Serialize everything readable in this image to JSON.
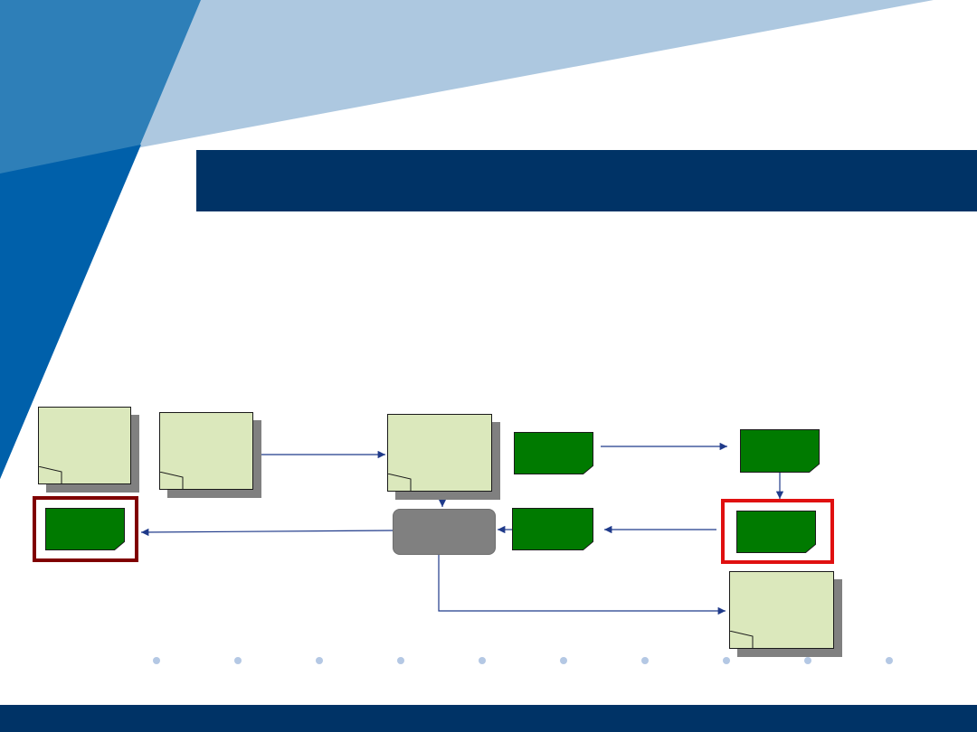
{
  "slide": {
    "title": "",
    "colors": {
      "navy": "#003366",
      "blue_mid": "#2e7fb8",
      "blue_light": "#adc8e0",
      "doc_fill": "#dbe8bc",
      "box_green": "#007a00",
      "hub_gray": "#808080",
      "frame_dark_red": "#800000",
      "frame_red": "#e01010",
      "arrow": "#1f3a8a",
      "dot": "#b4c8e4"
    }
  },
  "diagram": {
    "nodes": [
      {
        "id": "doc-1",
        "shape": "document",
        "label": ""
      },
      {
        "id": "doc-2",
        "shape": "document",
        "label": ""
      },
      {
        "id": "doc-3",
        "shape": "document",
        "label": ""
      },
      {
        "id": "doc-4",
        "shape": "document",
        "label": ""
      },
      {
        "id": "box-a",
        "shape": "box",
        "label": ""
      },
      {
        "id": "box-b",
        "shape": "box",
        "label": ""
      },
      {
        "id": "box-c",
        "shape": "box",
        "label": ""
      },
      {
        "id": "box-d",
        "shape": "box",
        "label": ""
      },
      {
        "id": "box-e",
        "shape": "box",
        "label": ""
      },
      {
        "id": "hub",
        "shape": "rounded-rect",
        "label": ""
      }
    ],
    "edges": [
      {
        "from": "doc-2",
        "to": "doc-3"
      },
      {
        "from": "box-a",
        "to": "box-b"
      },
      {
        "from": "box-b",
        "to": "box-c"
      },
      {
        "from": "box-c",
        "to": "box-d"
      },
      {
        "from": "box-d",
        "to": "hub"
      },
      {
        "from": "doc-3",
        "to": "hub"
      },
      {
        "from": "hub",
        "to": "box-e"
      },
      {
        "from": "hub",
        "to": "doc-4"
      }
    ],
    "highlights": [
      {
        "node": "box-e",
        "color": "dark-red"
      },
      {
        "node": "box-c",
        "color": "red"
      }
    ]
  },
  "dots": {
    "count": 10
  }
}
